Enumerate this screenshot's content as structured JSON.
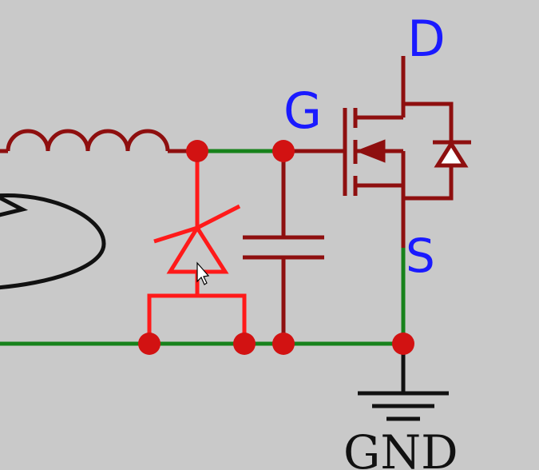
{
  "labels": {
    "drain": "D",
    "gate": "G",
    "source": "S",
    "ground": "GND"
  },
  "colors": {
    "background": "#c9c9c9",
    "wire_green": "#17821b",
    "wire_dark_red": "#8e0f0f",
    "zener_red": "#ff1a1a",
    "label_blue": "#1a1aff",
    "ground_black": "#111111"
  },
  "icons": {
    "inductor": "inductor-icon",
    "zener": "zener-diode-icon",
    "capacitor": "capacitor-icon",
    "mosfet": "n-mosfet-icon",
    "body_diode": "body-diode-icon",
    "ground": "ground-symbol-icon",
    "cursor": "mouse-pointer-icon"
  }
}
